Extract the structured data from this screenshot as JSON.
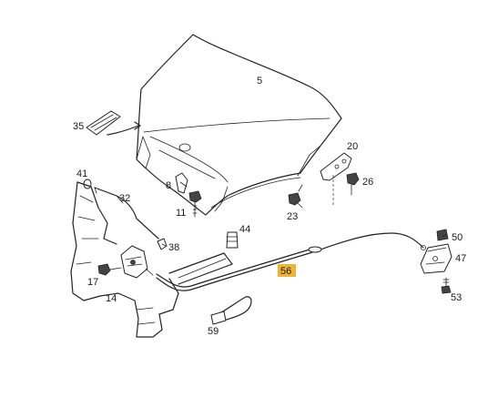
{
  "diagram": {
    "highlight_color": "#f2b233",
    "labels": {
      "p5": "5",
      "p35": "35",
      "p20": "20",
      "p8": "8",
      "p26": "26",
      "p41": "41",
      "p32": "32",
      "p11": "11",
      "p23": "23",
      "p44": "44",
      "p38": "38",
      "p17": "17",
      "p14": "14",
      "p56": "56",
      "p50": "50",
      "p47": "47",
      "p53": "53",
      "p59": "59"
    }
  }
}
